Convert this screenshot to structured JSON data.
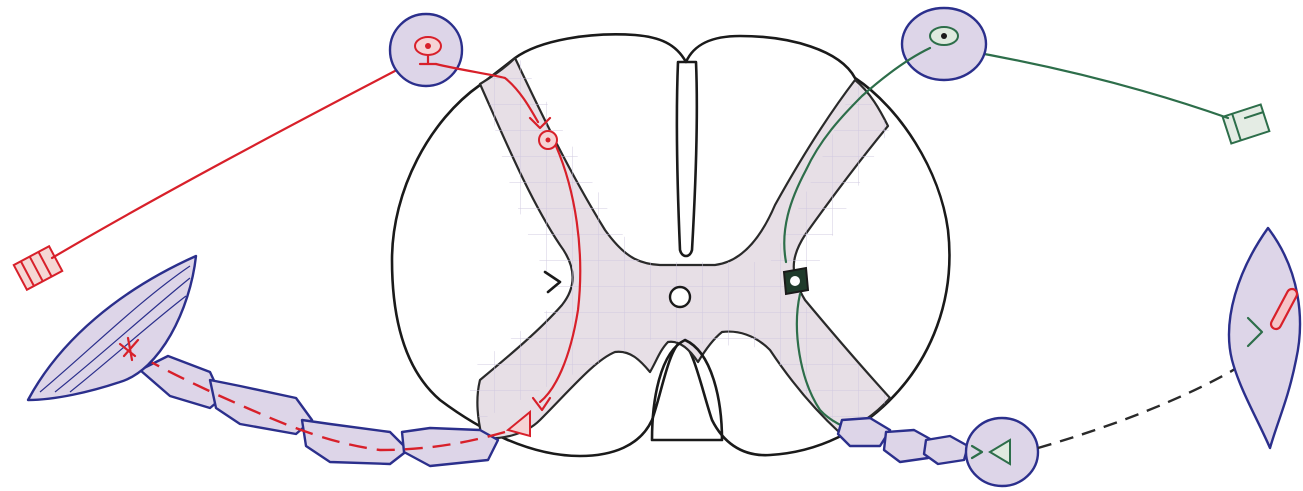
{
  "diagram": {
    "colors": {
      "grey_matter": "#e7dfe6",
      "sensory_pathway": "#d8202a",
      "autonomic_pathway": "#2d6e4a",
      "ganglion_outline": "#2b2f8c",
      "ink": "#1a1a1a"
    },
    "elements": [
      "spinal-cord-cross-section",
      "somatic-spinal-ganglion",
      "somatic-receptor",
      "motor-neuron-axon",
      "skeletal-muscle",
      "autonomic-spinal-ganglion",
      "autonomic-receptor",
      "autonomic-lateral-horn-neuron",
      "autonomic-ganglion",
      "internal-organ"
    ]
  }
}
